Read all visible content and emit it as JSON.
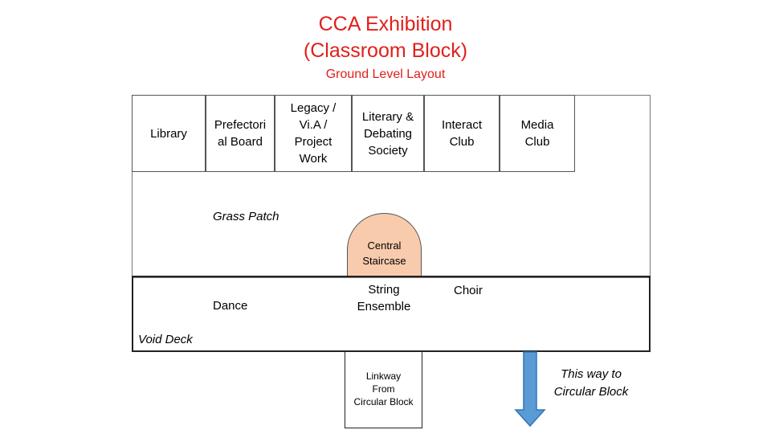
{
  "header": {
    "title_line1": "CCA Exhibition",
    "title_line2": "(Classroom Block)",
    "subtitle": "Ground Level Layout"
  },
  "rooms": [
    {
      "label": "Library"
    },
    {
      "label": "Prefectori\nal Board"
    },
    {
      "label": "Legacy /\nVi.A /\nProject\nWork"
    },
    {
      "label": "Literary  &\nDebating\nSociety"
    },
    {
      "label": "Interact\nClub"
    },
    {
      "label": "Media\nClub"
    }
  ],
  "areas": {
    "grass_patch": "Grass Patch",
    "central_staircase": "Central\nStaircase",
    "dance": "Dance",
    "string_ensemble": "String\nEnsemble",
    "choir": "Choir",
    "void_deck": "Void Deck",
    "linkway": "Linkway\nFrom\nCircular Block",
    "direction": "This way to\nCircular Block"
  },
  "colors": {
    "title": "#e0201b",
    "staircase_fill": "#f8cbad",
    "arrow_fill": "#5b9bd5",
    "arrow_stroke": "#2e75b6"
  }
}
